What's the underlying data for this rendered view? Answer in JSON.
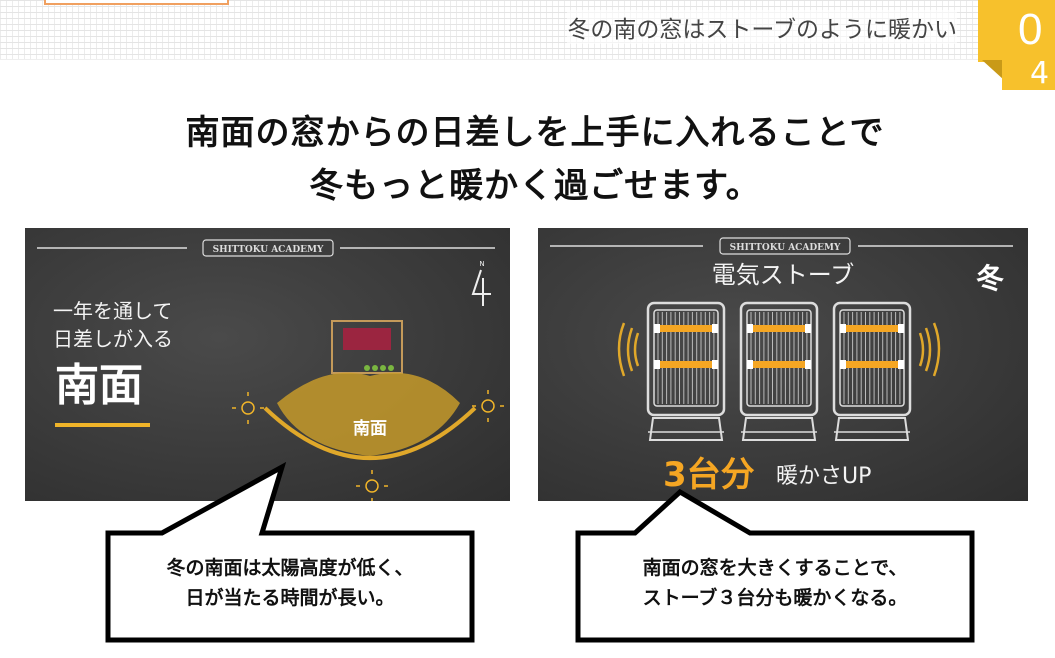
{
  "header": {
    "subtitle": "冬の南の窓はストーブのように暖かい",
    "page_number_top": "0",
    "page_number_bottom": "4"
  },
  "headline": {
    "line1": "南面の窓からの日差しを上手に入れることで",
    "line2": "冬もっと暖かく過ごせます。"
  },
  "board_left": {
    "brand": "SHITTOKU ACADEMY",
    "line1": "一年を通して",
    "line2": "日差しが入る",
    "big": "南面",
    "north": "N",
    "area_label": "南面"
  },
  "board_right": {
    "brand": "SHITTOKU ACADEMY",
    "title": "電気ストーブ",
    "season": "冬",
    "highlight": "3台分",
    "rest": "暖かさUP"
  },
  "callouts": [
    {
      "line1": "冬の南面は太陽高度が低く、",
      "line2": "日が当たる時間が長い。"
    },
    {
      "line1": "南面の窓を大きくすることで、",
      "line2": "ストーブ３台分も暖かくなる。"
    }
  ],
  "colors": {
    "accent": "#f7c12c",
    "chalk_yellow": "#f0b429",
    "board": "#333333"
  }
}
